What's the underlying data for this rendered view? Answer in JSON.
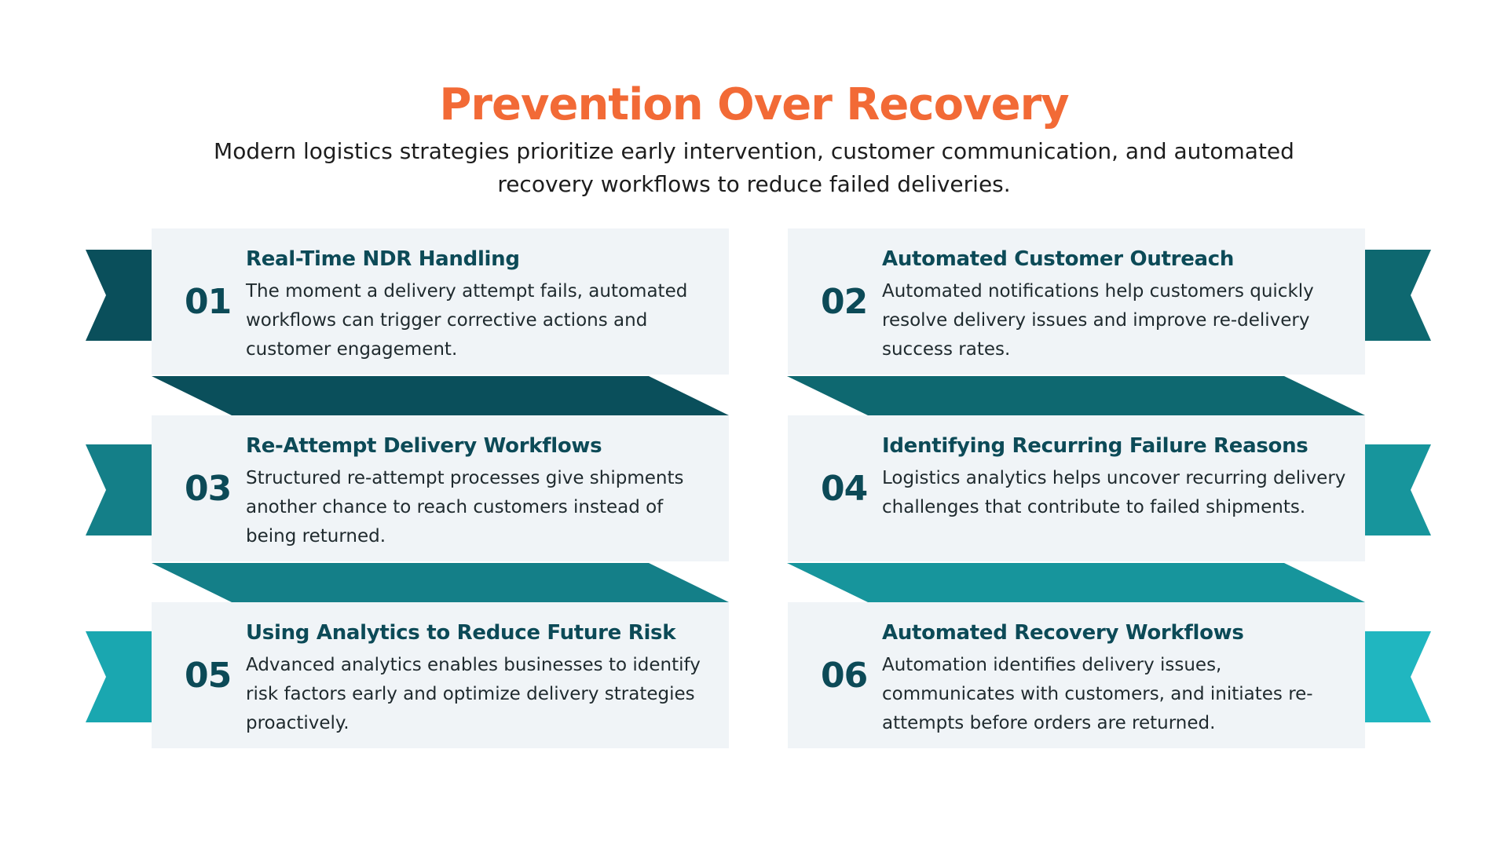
{
  "header": {
    "title": "Prevention Over Recovery",
    "subtitle": "Modern logistics strategies prioritize early intervention, customer communication, and automated recovery workflows to reduce failed deliveries."
  },
  "colors": {
    "title": "#f26a36",
    "text": "#0c4a57",
    "card_bg": "#f0f4f7",
    "row1": "#0a4f5b",
    "row2": "#147f88",
    "row3": "#1aa7b0",
    "row1_right": "#0e6870",
    "row2_right": "#17959c",
    "row3_right": "#20b6c0"
  },
  "steps": [
    {
      "number": "01",
      "title": "Real-Time NDR Handling",
      "text": "The moment a delivery attempt fails, automated workflows can trigger corrective actions and customer engagement."
    },
    {
      "number": "02",
      "title": "Automated Customer Outreach",
      "text": "Automated notifications help customers quickly resolve delivery issues and improve re-delivery success rates."
    },
    {
      "number": "03",
      "title": "Re-Attempt Delivery Workflows",
      "text": "Structured re-attempt processes give shipments another chance to reach customers instead of being returned."
    },
    {
      "number": "04",
      "title": "Identifying Recurring Failure Reasons",
      "text": "Logistics analytics helps uncover recurring delivery challenges that contribute to failed shipments."
    },
    {
      "number": "05",
      "title": "Using Analytics to Reduce Future Risk",
      "text": "Advanced analytics enables businesses to identify risk factors early and optimize delivery strategies proactively."
    },
    {
      "number": "06",
      "title": "Automated Recovery Workflows",
      "text": "Automation identifies delivery issues, communicates with customers, and initiates re-attempts before orders are returned."
    }
  ]
}
